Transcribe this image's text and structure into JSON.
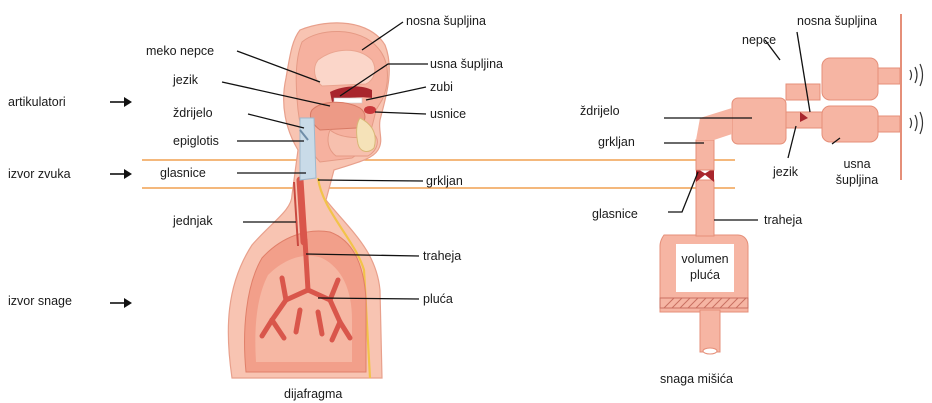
{
  "left_labels": {
    "articulators": "artikulatori",
    "sound_source": "izvor zvuka",
    "power_source": "izvor snage"
  },
  "anatomy_labels": {
    "nasal_cavity": "nosna šupljina",
    "soft_palate": "meko nepce",
    "oral_cavity": "usna šupljina",
    "tongue": "jezik",
    "teeth": "zubi",
    "pharynx": "ždrijelo",
    "lips": "usnice",
    "epiglottis": "epiglotis",
    "vocal_folds": "glasnice",
    "larynx": "grkljan",
    "esophagus": "jednjak",
    "trachea": "traheja",
    "lungs": "pluća",
    "diaphragm": "dijafragma"
  },
  "model_labels": {
    "palate": "nepce",
    "nasal_cavity": "nosna šupljina",
    "pharynx": "ždrijelo",
    "larynx": "grkljan",
    "tongue": "jezik",
    "oral_cavity_line1": "usna",
    "oral_cavity_line2": "šupljina",
    "vocal_folds": "glasnice",
    "trachea": "traheja",
    "lung_volume_line1": "volumen",
    "lung_volume_line2": "pluća",
    "muscle_force": "snaga mišića"
  },
  "colors": {
    "flesh": "#f6b5a3",
    "flesh_dark": "#e58f79",
    "flesh_light": "#fbd5c8",
    "airway_blue": "#c9dbe8",
    "deep_red": "#a8262d",
    "band_orange": "#f0a050",
    "leader_black": "#111111"
  }
}
